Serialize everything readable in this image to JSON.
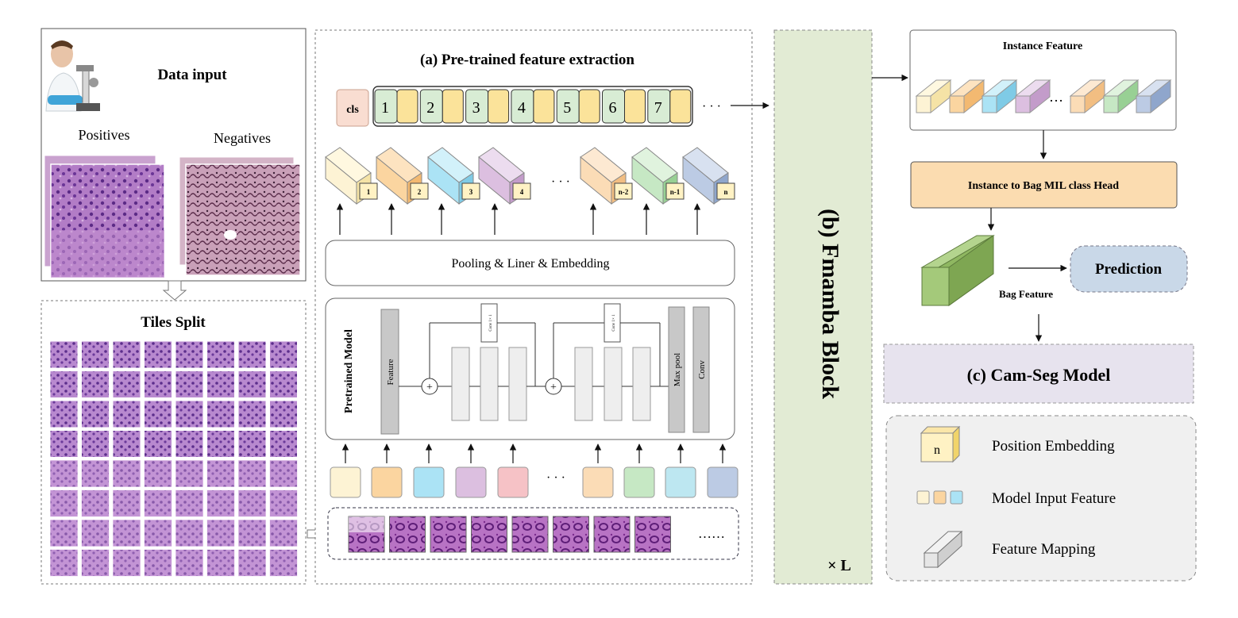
{
  "data_input": {
    "title": "Data input",
    "positives_label": "Positives",
    "negatives_label": "Negatives"
  },
  "tiles_split": {
    "title": "Tiles Split"
  },
  "extraction": {
    "title": "(a) Pre-trained feature extraction",
    "cls_label": "cls",
    "tokens": [
      "1",
      "2",
      "3",
      "4",
      "5",
      "6",
      "7"
    ],
    "token_ellipsis": "· · ·",
    "cube_labels": [
      "1",
      "2",
      "3",
      "4",
      "n-2",
      "n-1",
      "n"
    ],
    "cube_ellipsis": "· · ·",
    "pooling_label": "Pooling & Liner & Embedding",
    "pretrained_label": "Pretrained Model",
    "feature_label": "Feature",
    "conv1_label": "Conv 1× 1",
    "conv2_label": "Conv 1× 1",
    "maxpool_label": "Max pool",
    "conv_label": "Conv",
    "input_ellipsis": "· · ·",
    "patch_ellipsis": "……"
  },
  "fmamba": {
    "title": "(b) Fmamba Block",
    "repeat_label": "× L"
  },
  "instance_feature": {
    "title": "Instance Feature",
    "ellipsis": "…"
  },
  "mil_head": {
    "label": "Instance to Bag MIL class Head"
  },
  "bag_feature": {
    "label": "Bag Feature"
  },
  "prediction": {
    "label": "Prediction"
  },
  "camseg": {
    "label": "(c) Cam-Seg Model"
  },
  "legend": {
    "position_embedding": "Position Embedding",
    "position_embedding_glyph": "n",
    "model_input_feature": "Model Input Feature",
    "feature_mapping": "Feature Mapping"
  },
  "colors": {
    "cream": "#fdf3d4",
    "orange": "#fbd5a0",
    "cyan": "#abe3f5",
    "purple": "#dcbfe0",
    "pink": "#f6c2c6",
    "light_orange": "#fbdcb6",
    "green": "#c6e8c4",
    "light_cyan": "#bde7f1",
    "blue": "#bccbe4",
    "fmamba_bg": "#e2ebd4",
    "mil_bg": "#fbdcb0",
    "prediction_bg": "#c9d8e8",
    "camseg_bg": "#e7e3ee",
    "legend_bg": "#f0f0f0",
    "tissue": "#9b5cb8"
  }
}
